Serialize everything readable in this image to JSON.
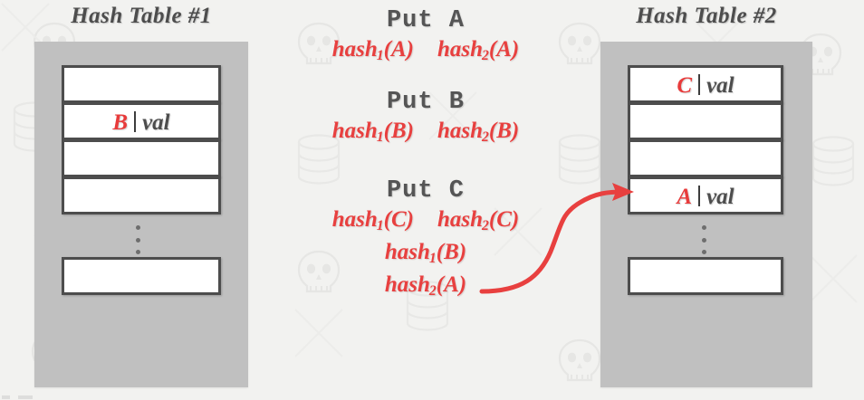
{
  "slide": {
    "background_color": "#f2f2f0",
    "panel_color": "#c0c0c0",
    "accent_red": "#e8403f",
    "ink_gray": "#4d4d4d"
  },
  "left_table": {
    "title": "Hash Table #1",
    "slots": [
      {
        "key": "",
        "sep": "",
        "value": "",
        "filled": false
      },
      {
        "key": "B",
        "sep": "|",
        "value": "val",
        "filled": true
      },
      {
        "key": "",
        "sep": "",
        "value": "",
        "filled": false
      },
      {
        "key": "",
        "sep": "",
        "value": "",
        "filled": false
      },
      {
        "key": "",
        "sep": "",
        "value": "",
        "filled": false
      }
    ],
    "ellipsis": "⋮"
  },
  "right_table": {
    "title": "Hash Table #2",
    "slots": [
      {
        "key": "C",
        "sep": "|",
        "value": "val",
        "filled": true
      },
      {
        "key": "",
        "sep": "",
        "value": "",
        "filled": false
      },
      {
        "key": "",
        "sep": "",
        "value": "",
        "filled": false
      },
      {
        "key": "A",
        "sep": "|",
        "value": "val",
        "filled": true
      },
      {
        "key": "",
        "sep": "",
        "value": "",
        "filled": false
      }
    ],
    "ellipsis": "⋮"
  },
  "operations": [
    {
      "title": "Put A",
      "lines": [
        [
          {
            "fn": "hash",
            "sub": "1",
            "arg": "(A)"
          },
          {
            "fn": "hash",
            "sub": "2",
            "arg": "(A)"
          }
        ]
      ]
    },
    {
      "title": "Put B",
      "lines": [
        [
          {
            "fn": "hash",
            "sub": "1",
            "arg": "(B)"
          },
          {
            "fn": "hash",
            "sub": "2",
            "arg": "(B)"
          }
        ]
      ]
    },
    {
      "title": "Put C",
      "lines": [
        [
          {
            "fn": "hash",
            "sub": "1",
            "arg": "(C)"
          },
          {
            "fn": "hash",
            "sub": "2",
            "arg": "(C)"
          }
        ],
        [
          {
            "fn": "hash",
            "sub": "1",
            "arg": "(B)"
          }
        ],
        [
          {
            "fn": "hash",
            "sub": "2",
            "arg": "(A)"
          }
        ]
      ]
    }
  ],
  "arrow": {
    "label": "displacement-arrow",
    "color": "#e8403f",
    "from": "hash2(A)",
    "to": "Hash Table #2 slot 4"
  }
}
